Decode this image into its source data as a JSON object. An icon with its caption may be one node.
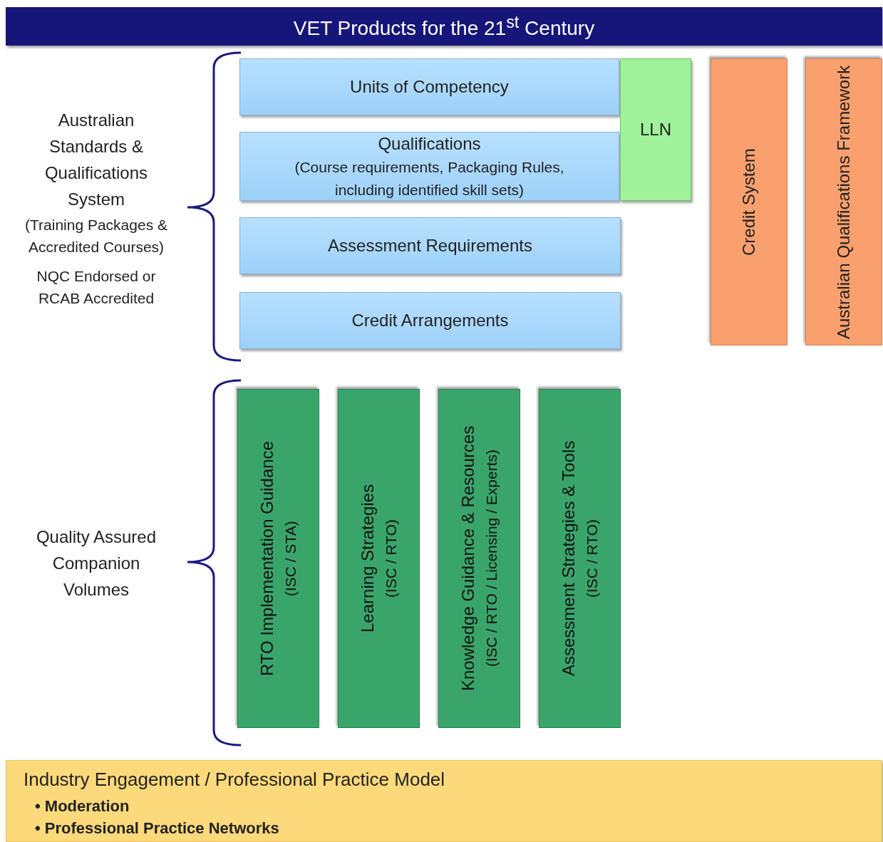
{
  "diagram": {
    "title": "VET Products for the 21$^{st}$ Century",
    "nodes": [
      {
        "text": [
          "Units of Competency"
        ]
      },
      {
        "text": [
          "Qualifications",
          "(Course requirements, Packaging Rules, including identified skill sets)"
        ]
      },
      {
        "text": [
          "Assessment Requirements"
        ]
      },
      {
        "text": [
          "Credit Arrangements"
        ]
      },
      {
        "text": [
          "LLN"
        ]
      },
      {
        "text": [
          "Credit System"
        ]
      },
      {
        "text": [
          "Australian Qualifications Framework"
        ]
      },
      {
        "text": [
          "RTO Implementation Guidance",
          "(ISC / STA)"
        ]
      },
      {
        "text": [
          "Learning Strategies",
          "(ISC / RTO)"
        ]
      },
      {
        "text": [
          "Knowledge Guidance & Resources",
          "(ISC / RTO / Licensing / Experts)"
        ]
      },
      {
        "text": [
          "Assessment Strategies & Tools",
          "(ISC / RTO)"
        ]
      },
      {
        "text": [
          "Industry Engagement / Professional Practice Model",
          "• Moderation",
          "• Professional Practice Networks"
        ]
      }
    ],
    "edges": [],
    "labels": [
      "Australian Standards & Qualifications System",
      "(Training Packages & Accredited Courses)",
      "NQC Endorsed or RCAB Accredited",
      "Quality Assured Companion Volumes"
    ]
  }
}
